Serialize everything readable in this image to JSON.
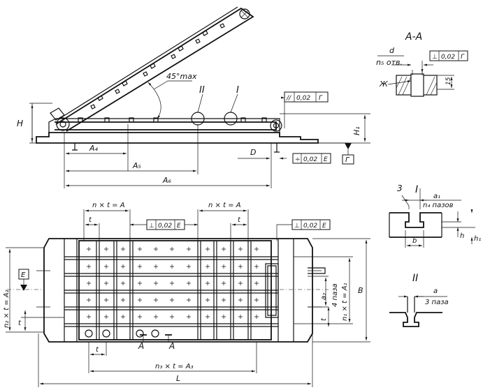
{
  "side_view": {
    "angle": "45°max",
    "callout_II": "II",
    "callout_I": "I",
    "dim_H": "H",
    "dim_H1": "H₁",
    "dim_A4": "A₄",
    "dim_A5": "A₅",
    "dim_A6": "A₆",
    "dim_D": "D",
    "datum_G": "Г",
    "tol_parallel": {
      "symbol": "//",
      "value": "0,02",
      "datum": "Г"
    },
    "tol_symmetry": {
      "symbol": "÷",
      "value": "0,02",
      "datum": "E"
    }
  },
  "section_AA": {
    "title": "А-А",
    "dim_d": "d",
    "holes": "n₅ отв.",
    "hardness": "Ж",
    "depth": "15",
    "tol_perp": {
      "symbol": "⊥",
      "value": "0,02",
      "datum": "Г"
    }
  },
  "detail_I": {
    "title": "I",
    "callout": "3",
    "dim_a1": "a₁",
    "slots": "n₄ пазов",
    "dim_b": "b",
    "dim_h": "h",
    "dim_h1": "h₁"
  },
  "detail_II": {
    "title": "II",
    "dim_a": "a",
    "slots": "3 паза"
  },
  "plan_view": {
    "dim_nxt_left": "n × t = A",
    "dim_nxt_right": "n × t = A",
    "dim_t": "t",
    "tol_perp_left": {
      "symbol": "⊥",
      "value": "0,02",
      "datum": "E"
    },
    "tol_perp_right": {
      "symbol": "⊥",
      "value": "0,02",
      "datum": "E"
    },
    "datum_E": "E",
    "dim_n2": "n₂ × t = A₂",
    "dim_n1": "n₁ × t = A₁",
    "dim_a2": "a₂",
    "slots4": "4 паза",
    "dim_B": "B",
    "dim_n3": "n₃ × t = A₃",
    "dim_L": "L",
    "section_mark": "A"
  }
}
